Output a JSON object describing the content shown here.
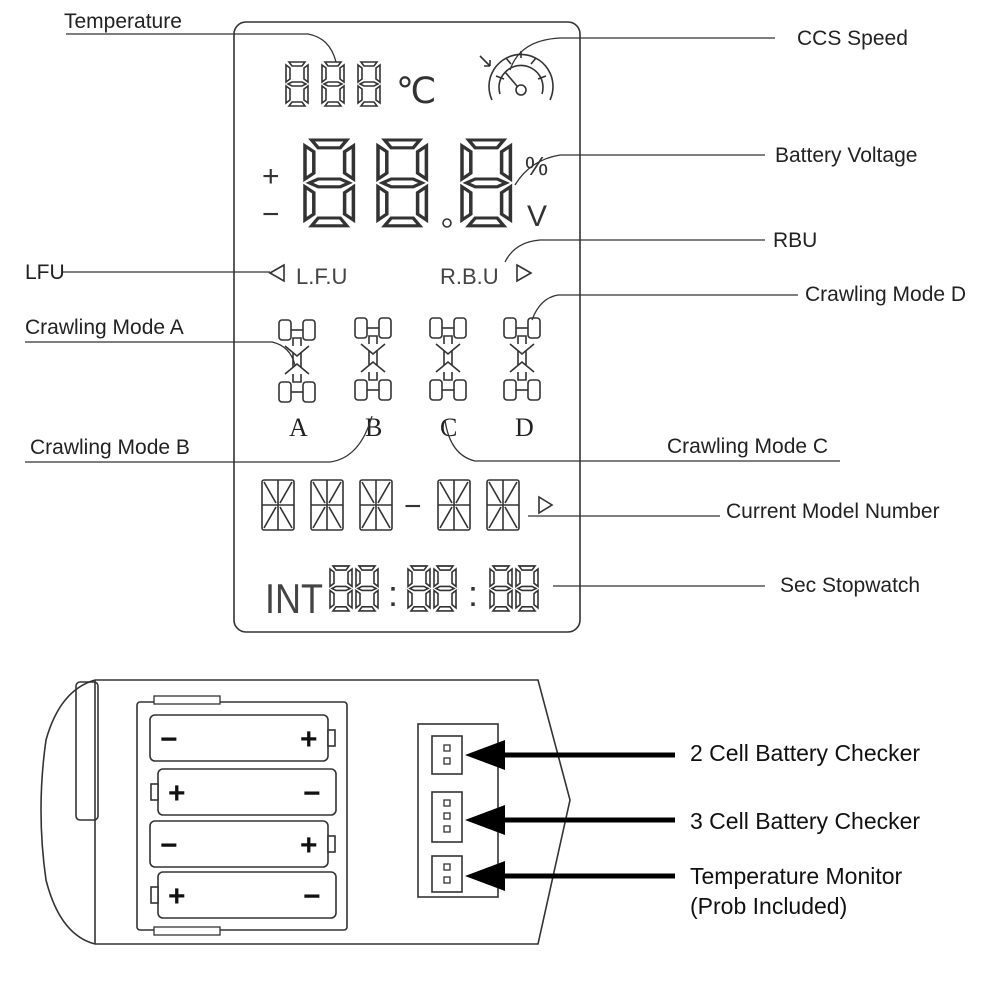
{
  "callouts": {
    "temperature": "Temperature",
    "ccs_speed": "CCS Speed",
    "battery_voltage": "Battery Voltage",
    "lfu": "LFU",
    "rbu": "RBU",
    "crawling_a": "Crawling Mode A",
    "crawling_d": "Crawling Mode D",
    "crawling_b": "Crawling Mode B",
    "crawling_c": "Crawling Mode C",
    "model_number": "Current Model Number",
    "stopwatch": "Sec Stopwatch"
  },
  "lcd": {
    "temp_unit": "℃",
    "plus": "+",
    "minus": "−",
    "percent": "%",
    "volt": "V",
    "lfu_label": "L.F.U",
    "rbu_label": "R.B.U",
    "mode_a": "A",
    "mode_b": "B",
    "mode_c": "C",
    "mode_d": "D",
    "dash": "−",
    "int_label": "INT",
    "colon": ":"
  },
  "board": {
    "plus": "+",
    "minus": "−",
    "checker_2cell": "2 Cell Battery Checker",
    "checker_3cell": "3 Cell Battery Checker",
    "temp_monitor": "Temperature Monitor",
    "temp_monitor_sub": "(Prob Included)"
  }
}
